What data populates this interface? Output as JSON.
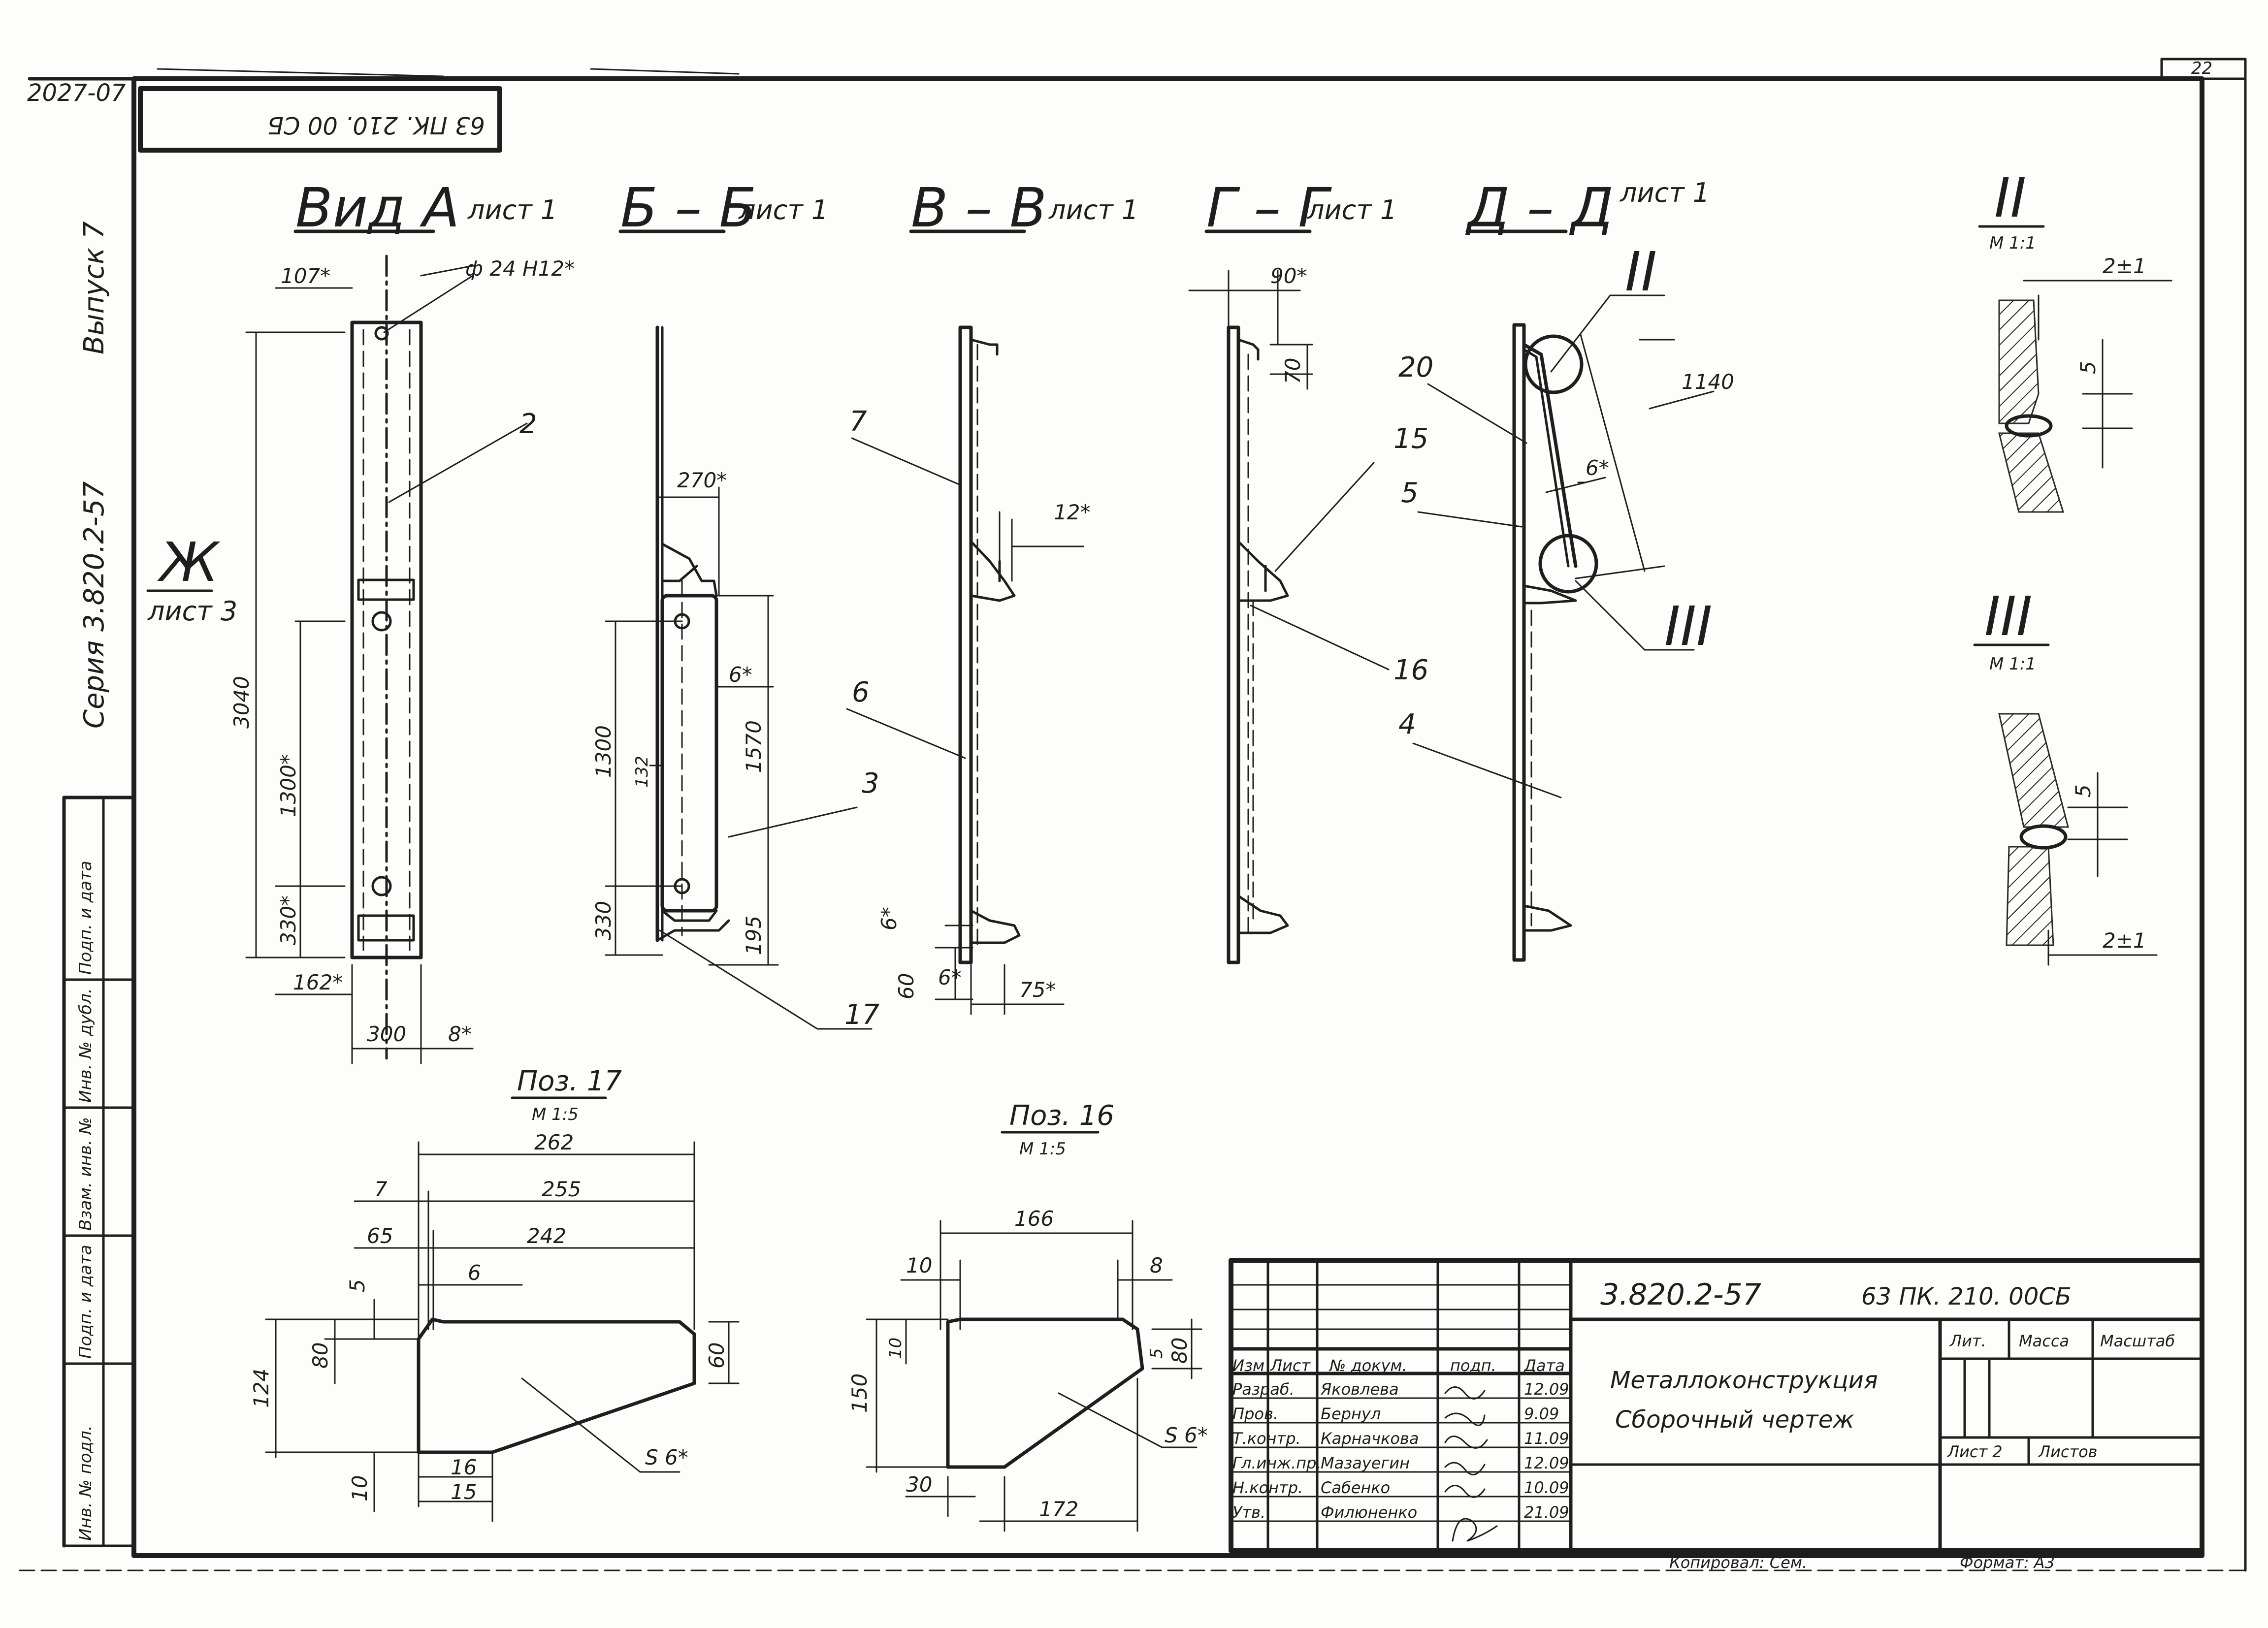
{
  "frame": {
    "top_left_code": "2027-07",
    "sheet_corner_number": "22",
    "stamp_code": "63 ПК. 210. 00 СБ"
  },
  "left_margin": {
    "series": "Серия 3.820.2-57",
    "issue": "Выпуск 7",
    "sign_date": "Подп. и дата",
    "inv_dubl": "Инв. № дубл.",
    "vzam_inv": "Взам. инв. №",
    "sign_date_2": "Подп. и дата",
    "inv_podl": "Инв. № подл."
  },
  "views": {
    "a": {
      "title": "Вид А",
      "sheet": "лист 1",
      "dim_top": "107*",
      "hole": "ф 24 Н12*",
      "pos": "2",
      "h_total": "3040",
      "h_mid": "1300*",
      "h_bottom": "330*",
      "w_left": "162*",
      "width": "300",
      "weld": "8*"
    },
    "zh": {
      "title": "Ж",
      "sheet": "лист 3"
    },
    "b": {
      "title": "Б – Б",
      "sheet": "лист 1",
      "d1": "270*",
      "d2": "6*",
      "d3": "1300",
      "d4": "132",
      "d5": "1570",
      "d6": "330",
      "d7": "195",
      "pos3": "3",
      "pos17": "17"
    },
    "v": {
      "title": "В – В",
      "sheet": "лист 1",
      "pos7": "7",
      "pos6": "6",
      "d12": "12*",
      "d6a": "6*",
      "d60": "60",
      "d6b": "6*",
      "d75": "75*"
    },
    "g": {
      "title": "Г – Г",
      "sheet": "лист 1",
      "d90": "90*",
      "d70": "70",
      "pos15": "15",
      "pos16": "16"
    },
    "d": {
      "title": "Д – Д",
      "sheet": "лист 1",
      "pos20": "20",
      "pos5": "5",
      "pos4": "4",
      "d1140": "1140",
      "d6": "6*",
      "callout2": "II",
      "callout3": "III"
    }
  },
  "details": {
    "ii": {
      "title": "II",
      "scale": "М 1:1",
      "gap": "2±1",
      "leg": "5"
    },
    "iii": {
      "title": "III",
      "scale": "М 1:1",
      "gap": "2±1",
      "leg": "5"
    }
  },
  "pos17": {
    "title": "Поз. 17",
    "scale": "М 1:5",
    "d262": "262",
    "d7": "7",
    "d255": "255",
    "d65": "65",
    "d242": "242",
    "d5": "5",
    "d6": "6",
    "d124": "124",
    "d80": "80",
    "d60": "60",
    "d10": "10",
    "d16": "16",
    "d15": "15",
    "thick": "S 6*"
  },
  "pos16": {
    "title": "Поз. 16",
    "scale": "М 1:5",
    "d166": "166",
    "d10": "10",
    "d8": "8",
    "d10b": "10",
    "d5": "5",
    "d80": "80",
    "d150": "150",
    "d30": "30",
    "d172": "172",
    "thick": "S 6*"
  },
  "title_block": {
    "series": "3.820.2-57",
    "doc_code": "63 ПК. 210. 00СБ",
    "name_line1": "Металлоконструкция",
    "name_line2": "Сборочный чертеж",
    "col_izm": "Изм",
    "col_list": "Лист",
    "col_doc": "№ докум.",
    "col_sign": "подп.",
    "col_date": "Дата",
    "rows": [
      {
        "role": "Разраб.",
        "name": "Яковлева",
        "date": "12.09"
      },
      {
        "role": "Пров.",
        "name": "Бернул",
        "date": "9.09"
      },
      {
        "role": "Т.контр.",
        "name": "Карначкова",
        "date": "11.09"
      },
      {
        "role": "Гл.инж.пр.",
        "name": "Мазауегин",
        "date": "12.09"
      },
      {
        "role": "Н.контр.",
        "name": "Сабенко",
        "date": "10.09"
      },
      {
        "role": "Утв.",
        "name": "Филюненко",
        "date": "21.09"
      }
    ],
    "lit": "Лит.",
    "mass": "Масса",
    "scale": "Масштаб",
    "sheet": "Лист 2",
    "sheets": "Листов",
    "copied": "Копировал: Сем.",
    "format": "Формат: А3"
  }
}
